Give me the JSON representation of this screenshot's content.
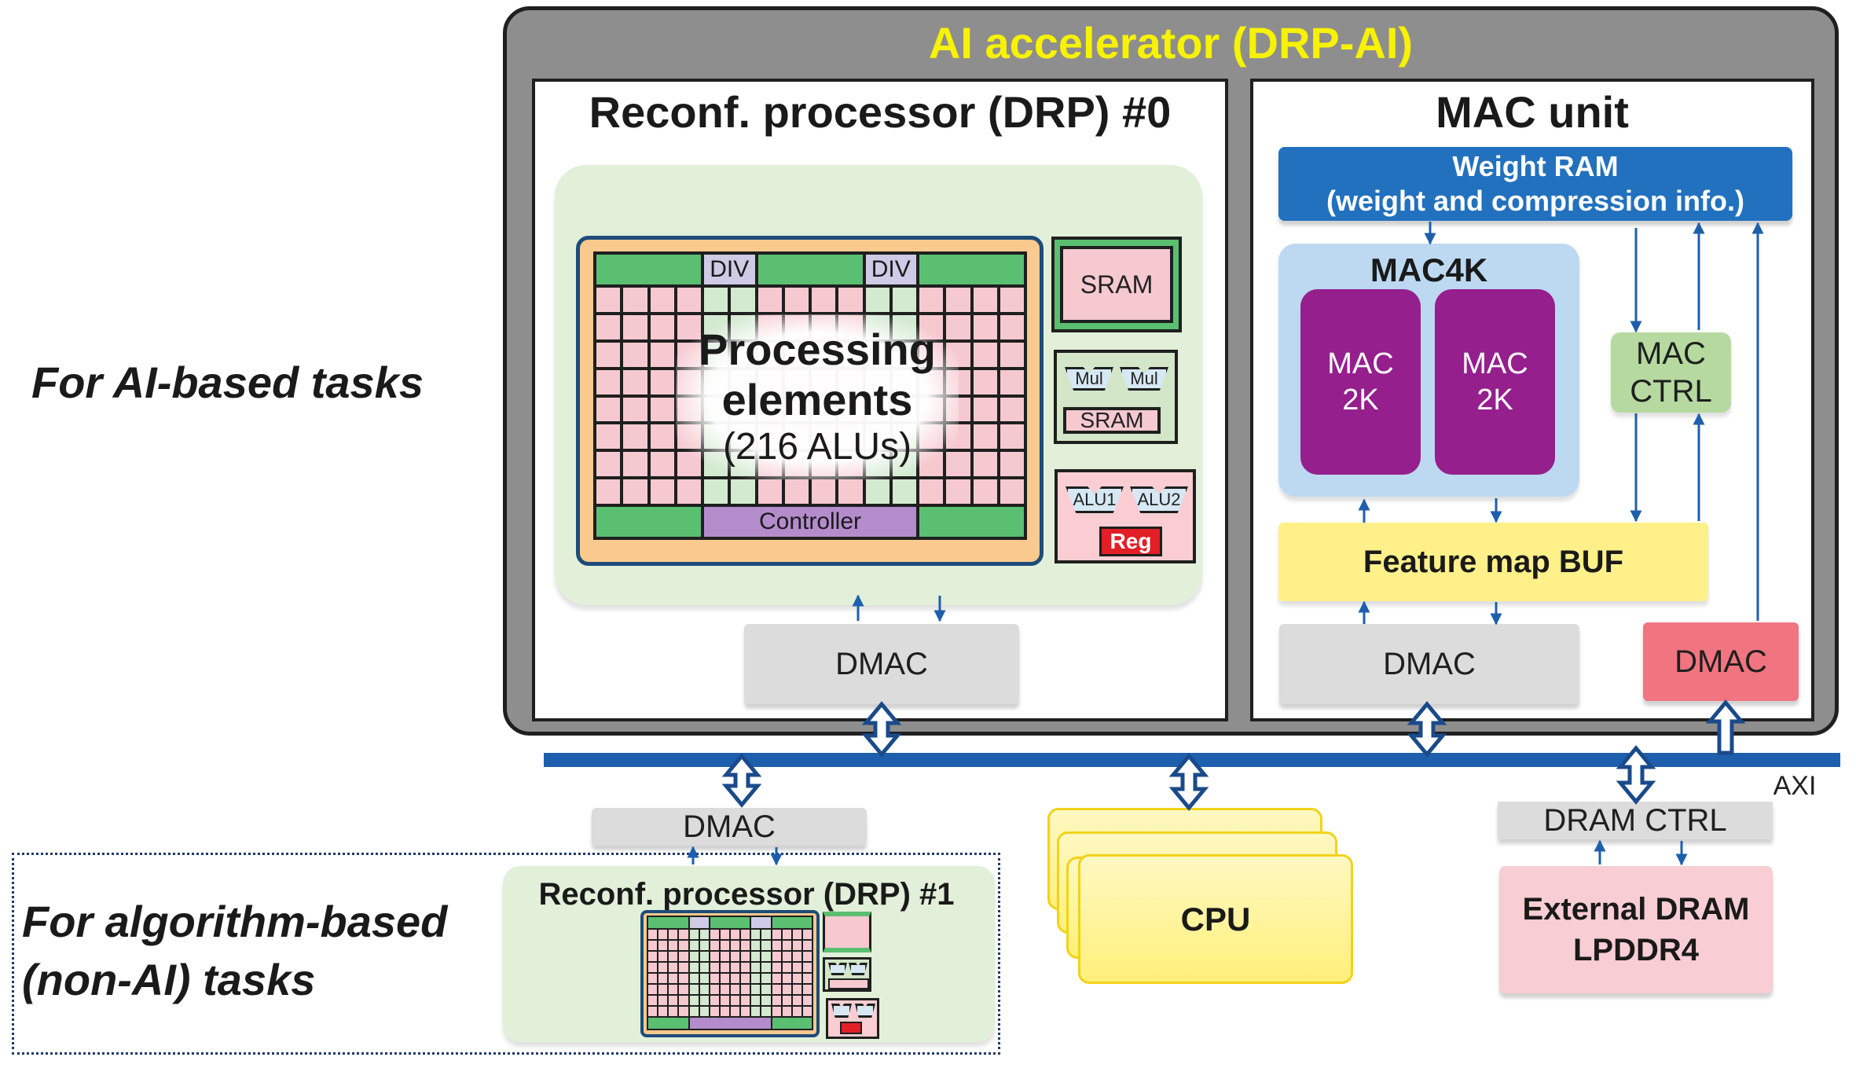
{
  "accelerator": {
    "title": "AI accelerator (DRP-AI)",
    "title_color": "#f7f200",
    "drp0": {
      "title": "Reconf. processor (DRP) #0",
      "processing_elements": {
        "line1": "Processing",
        "line2": "elements",
        "line3": "(216 ALUs)"
      },
      "div_labels": [
        "DIV",
        "DIV"
      ],
      "controller_label": "Controller",
      "sram_label": "SRAM",
      "mul_labels": [
        "Mul",
        "Mul"
      ],
      "sram2_label": "SRAM",
      "alu_labels": [
        "ALU1",
        "ALU2"
      ],
      "reg_label": "Reg",
      "dmac_label": "DMAC"
    },
    "mac_unit": {
      "title": "MAC unit",
      "weight_ram": {
        "line1": "Weight RAM",
        "line2": "(weight and compression info.)"
      },
      "mac4k_label": "MAC4K",
      "mac2k": [
        {
          "line1": "MAC",
          "line2": "2K"
        },
        {
          "line1": "MAC",
          "line2": "2K"
        }
      ],
      "mac_ctrl": {
        "line1": "MAC",
        "line2": "CTRL"
      },
      "feature_map_buf": "Feature map BUF",
      "dmac_label": "DMAC",
      "dmac_red_label": "DMAC"
    }
  },
  "bus": {
    "label": "AXI",
    "color": "#1e5fad"
  },
  "bottom": {
    "dmac_label": "DMAC",
    "drp1_title": "Reconf. processor  (DRP) #1",
    "cpu_label": "CPU",
    "dram_ctrl_label": "DRAM CTRL",
    "external_dram": {
      "line1": "External DRAM",
      "line2": "LPDDR4"
    }
  },
  "side_labels": {
    "ai_tasks": "For AI-based tasks",
    "algo_tasks_line1": "For algorithm-based",
    "algo_tasks_line2": "(non-AI) tasks"
  },
  "colors": {
    "frame_gray": "#8e8e8e",
    "weight_ram_blue": "#2271bf",
    "mac2k_purple": "#951f8d",
    "mac4k_lightblue": "#bcd9f1",
    "mac_ctrl_green": "#b6d9a0",
    "feature_buf_yellow": "#fff08a",
    "dmac_red": "#f07580",
    "dmac_gray": "#dcdcdc",
    "ext_dram_pink": "#f8cdd3",
    "cpu_yellow": "#fff07a",
    "arrow_blue": "#1e5fad"
  }
}
